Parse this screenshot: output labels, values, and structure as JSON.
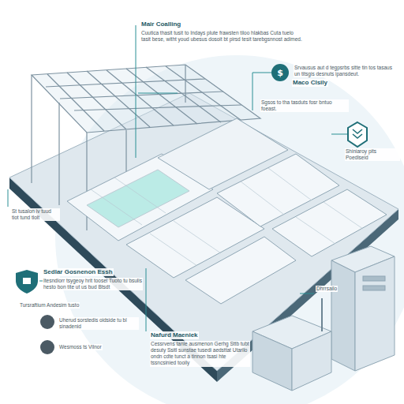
{
  "diagram": {
    "labels": [
      "Mair Coalling",
      "Cuutica thasit tusit to Indays plute frawsten tiloo hlakbas Cuta tuelo tasit bese, witht youd ubesus dosoit bt pirsd tesit tarebgsnnost adimed.",
      "Maco Clsily",
      "Srvausus aut d tegpsrbs sitte tin tos tasaus un titsgis desnuts ipansdeut.",
      "Sgsos to tha tasduts fosr bntuo foeast.",
      "Shiniaroy pits Poedlseid",
      "St tusalon iv tuud tiot tund tlolt",
      "Sedlar Gosnenon Essh",
      "Itesndiorr tsygeoy hrit toosel Tuoto tu bsulis hesto bon tite ut us bud Btsdt",
      "Tursraftium Andesim tusto",
      "Uherud sorstedis oidside tu bl sinadenid",
      "Wesmoss ts Vilnor",
      "Nafurd Maeniek",
      "Cessrvens tanle ausmenon Gerhg Sttb tubt desuty Ssitl sunstae tusedi aedsttat Utarilo ondn cdte tunct a tinnon tsasi hte tssncsinied tooily",
      "Dhrrsailo"
    ]
  }
}
